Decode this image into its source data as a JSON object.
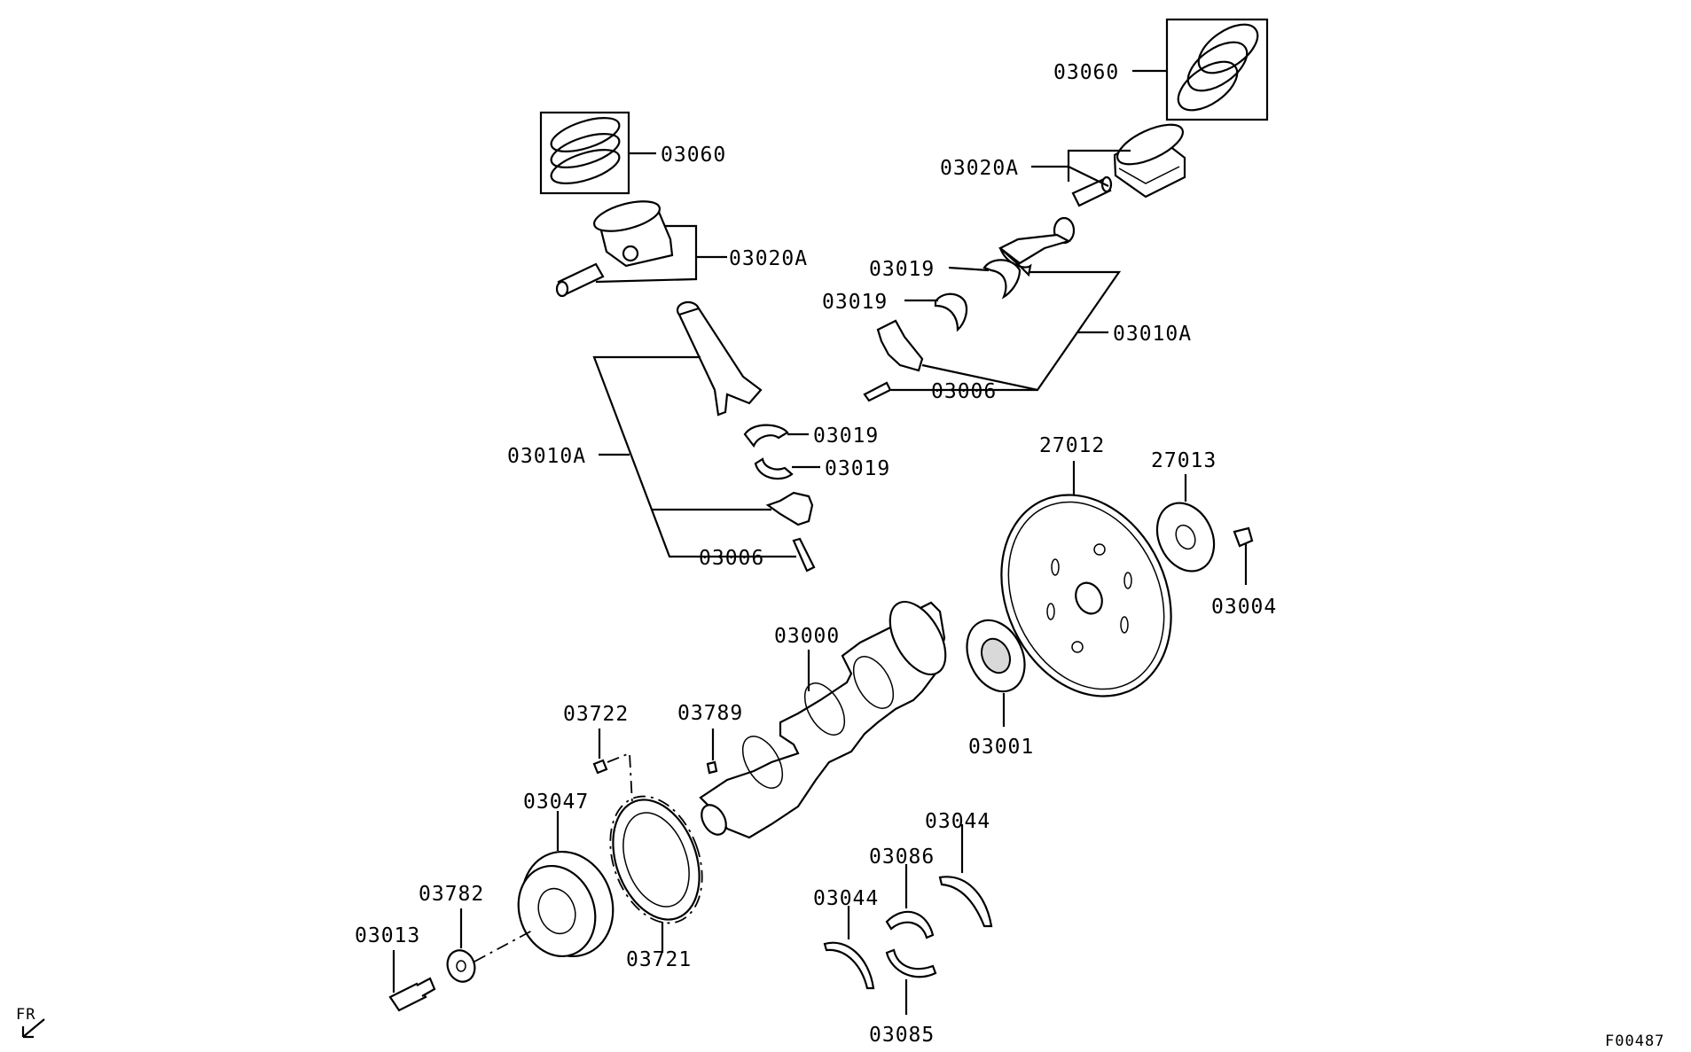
{
  "diagram_id": "F00487",
  "front_indicator": "FR",
  "labels": {
    "p03060_right": "03060",
    "p03060_left": "03060",
    "p03020a_right": "03020A",
    "p03020a_left": "03020A",
    "p03019_r1": "03019",
    "p03019_r2": "03019",
    "p03010a_right": "03010A",
    "p03006_right": "03006",
    "p03019_l1": "03019",
    "p03019_l2": "03019",
    "p03010a_left": "03010A",
    "p03006_left": "03006",
    "p27012": "27012",
    "p27013": "27013",
    "p03004": "03004",
    "p03000": "03000",
    "p03001": "03001",
    "p03722": "03722",
    "p03789": "03789",
    "p03047": "03047",
    "p03782": "03782",
    "p03013": "03013",
    "p03721": "03721",
    "p03044_top": "03044",
    "p03086": "03086",
    "p03044_left": "03044",
    "p03085": "03085"
  }
}
